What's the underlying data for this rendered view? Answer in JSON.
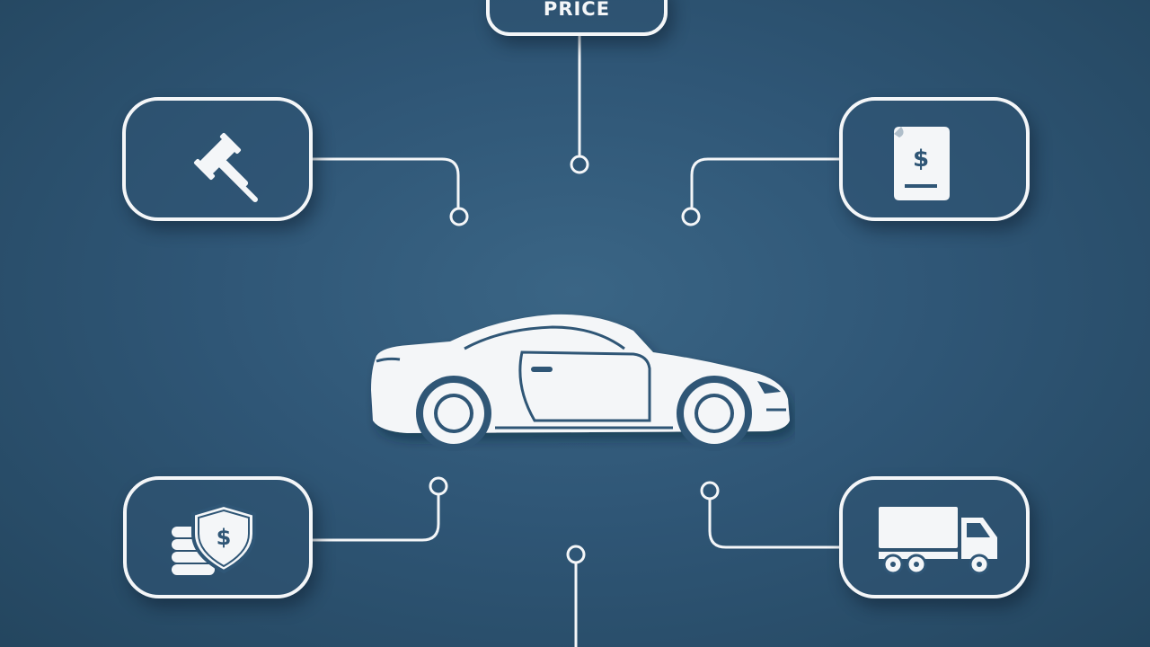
{
  "diagram": {
    "center": {
      "icon": "sports-car-icon"
    },
    "top_node": {
      "label": "PRICE"
    },
    "nodes": [
      {
        "position": "top-left",
        "icon": "gavel-icon"
      },
      {
        "position": "top-right",
        "icon": "invoice-dollar-icon"
      },
      {
        "position": "bottom-left",
        "icon": "coins-shield-dollar-icon"
      },
      {
        "position": "bottom-right",
        "icon": "delivery-truck-icon"
      }
    ]
  },
  "colors": {
    "background": "#2f5676",
    "line": "#f4f6f8"
  }
}
